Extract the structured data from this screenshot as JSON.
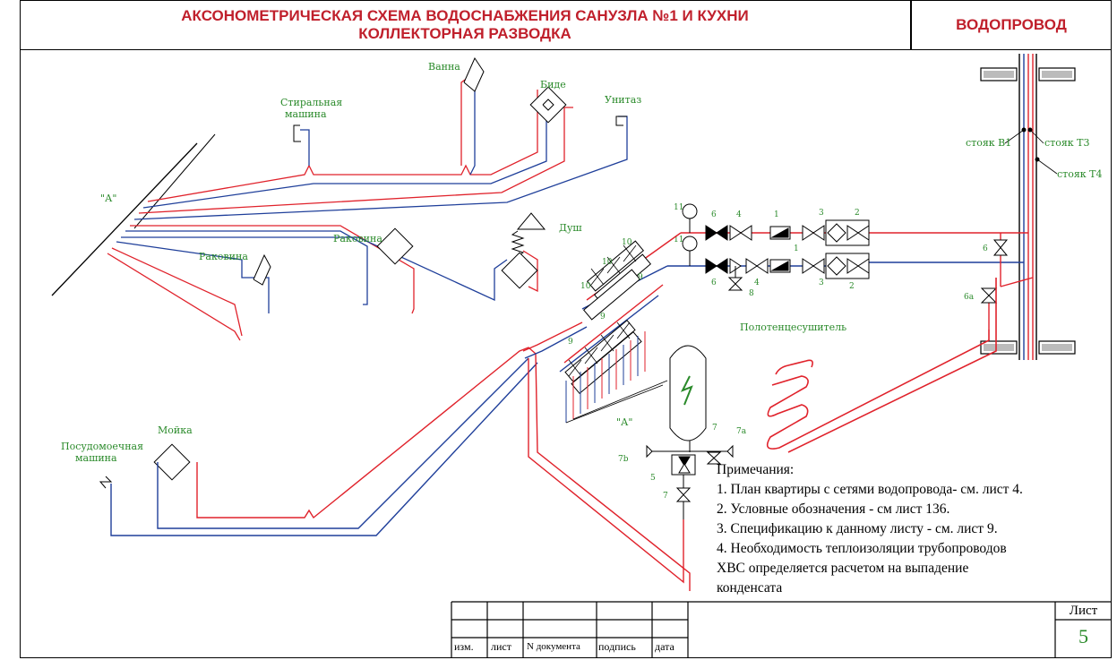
{
  "header": {
    "title_line1": "АКСОНОМЕТРИЧЕСКАЯ СХЕМА ВОДОСНАБЖЕНИЯ САНУЗЛА №1 И КУХНИ",
    "title_line2": "КОЛЛЕКТОРНАЯ РАЗВОДКА",
    "section": "ВОДОПРОВОД"
  },
  "fixtures": {
    "bath": "Ванна",
    "washing_machine_1": "Стиральная",
    "washing_machine_2": "машина",
    "bidet": "Биде",
    "toilet": "Унитаз",
    "shower": "Душ",
    "sink_1": "Раковина",
    "sink_2": "Раковина",
    "kitchen_sink": "Мойка",
    "dishwasher_1": "Посудомоечная",
    "dishwasher_2": "машина",
    "towel_dryer": "Полотенцесушитель",
    "node_a_top": "\"А\"",
    "node_a_bottom": "\"А\""
  },
  "risers": {
    "b1": "стояк В1",
    "t3": "стояк Т3",
    "t4": "стояк Т4"
  },
  "item_numbers": {
    "n1a": "1",
    "n1b": "1",
    "n2a": "2",
    "n2b": "2",
    "n3a": "3",
    "n3b": "3",
    "n4a": "4",
    "n4b": "4",
    "n5": "5",
    "n6a": "6",
    "n6b": "6",
    "n6c": "6",
    "n6a_valve": "6а",
    "n7a": "7",
    "n7b": "7",
    "n7a_label": "7а",
    "n7b_label": "7b",
    "n8": "8",
    "n9a": "9",
    "n9b": "9",
    "n9c": "9",
    "n10a": "10",
    "n10b": "10",
    "n10c": "10",
    "n11a": "11",
    "n11b": "11"
  },
  "notes": {
    "heading": "Примечания:",
    "line1": "1. План квартиры с сетями водопровода-  см. лист 4.",
    "line2": "2. Условные обозначения - см лист 136.",
    "line3": "3. Спецификацию  к данному листу - см. лист 9.",
    "line4": "4. Необходимость теплоизоляции трубопроводов",
    "line5": "ХВС определяется расчетом на выпадение",
    "line6": "конденсата"
  },
  "stamp": {
    "col_change": "изм.",
    "col_sheet": "лист",
    "col_doc": "N документа",
    "col_sign": "подпись",
    "col_date": "дата",
    "sheet_label": "Лист",
    "sheet_number": "5"
  },
  "colors": {
    "hot": "#e0222b",
    "cold": "#1f3f9a",
    "label": "#2a8a2a",
    "title": "#c0202c"
  }
}
